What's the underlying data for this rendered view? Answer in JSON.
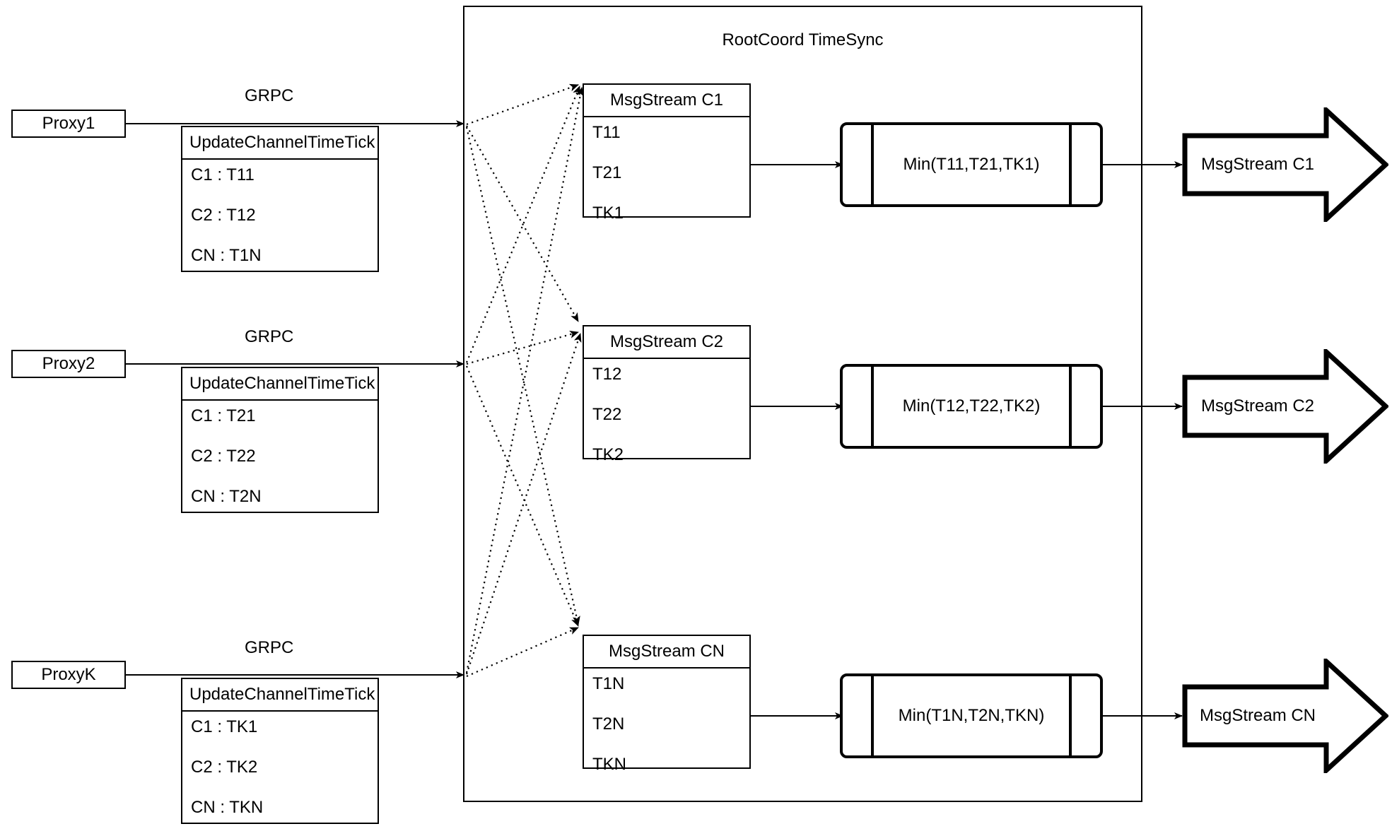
{
  "diagram": {
    "container": {
      "title": "RootCoord TimeSync"
    },
    "proxies": [
      {
        "name": "Proxy1",
        "link_label": "GRPC",
        "request": {
          "title": "UpdateChannelTimeTick",
          "rows": [
            "C1 :  T11",
            "C2 :  T12",
            "CN : T1N"
          ]
        }
      },
      {
        "name": "Proxy2",
        "link_label": "GRPC",
        "request": {
          "title": "UpdateChannelTimeTick",
          "rows": [
            "C1 :  T21",
            "C2 :  T22",
            "CN : T2N"
          ]
        }
      },
      {
        "name": "ProxyK",
        "link_label": "GRPC",
        "request": {
          "title": "UpdateChannelTimeTick",
          "rows": [
            "C1 :  TK1",
            "C2 :  TK2",
            "CN : TKN"
          ]
        }
      }
    ],
    "channels": [
      {
        "stream": {
          "title": "MsgStream C1",
          "rows": [
            "T11",
            "T21",
            "TK1"
          ]
        },
        "process": {
          "label": "Min(T11,T21,TK1)"
        },
        "output": {
          "label": "MsgStream C1"
        }
      },
      {
        "stream": {
          "title": "MsgStream C2",
          "rows": [
            "T12",
            "T22",
            "TK2"
          ]
        },
        "process": {
          "label": "Min(T12,T22,TK2)"
        },
        "output": {
          "label": "MsgStream C2"
        }
      },
      {
        "stream": {
          "title": "MsgStream CN",
          "rows": [
            "T1N",
            "T2N",
            "TKN"
          ]
        },
        "process": {
          "label": "Min(T1N,T2N,TKN)"
        },
        "output": {
          "label": "MsgStream CN"
        }
      }
    ],
    "colors": {
      "stroke": "#000000",
      "background": "#ffffff"
    }
  }
}
